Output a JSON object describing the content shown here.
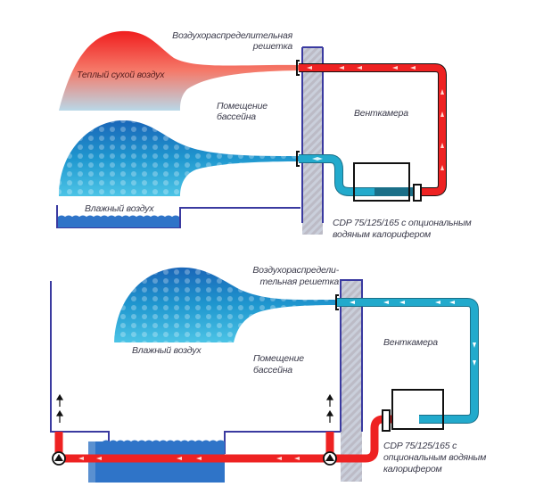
{
  "top_diagram": {
    "warm_air_label": "Теплый сухой воздух",
    "grille_label_line1": "Воздухораспределительная",
    "grille_label_line2": "решетка",
    "pool_room_line1": "Помещение",
    "pool_room_line2": "бассейна",
    "vent_chamber_label": "Венткамера",
    "humid_air_label": "Влажный воздух",
    "unit_label_line1": "CDP 75/125/165 с опциональным",
    "unit_label_line2": "водяным калорифером"
  },
  "bottom_diagram": {
    "grille_label_line1": "Воздухораспредели-",
    "grille_label_line2": "тельная решетка",
    "humid_air_label": "Влажный воздух",
    "pool_room_line1": "Помещение",
    "pool_room_line2": "бассейна",
    "vent_chamber_label": "Венткамера",
    "unit_label_line1": "CDP 75/125/165 с",
    "unit_label_line2": "опциональным водяным",
    "unit_label_line3": "калорифером"
  },
  "colors": {
    "hot": "#ee2222",
    "cold": "#22aacc",
    "wall_outline": "#3a3aa0",
    "pool_water": "#2f74c8"
  }
}
